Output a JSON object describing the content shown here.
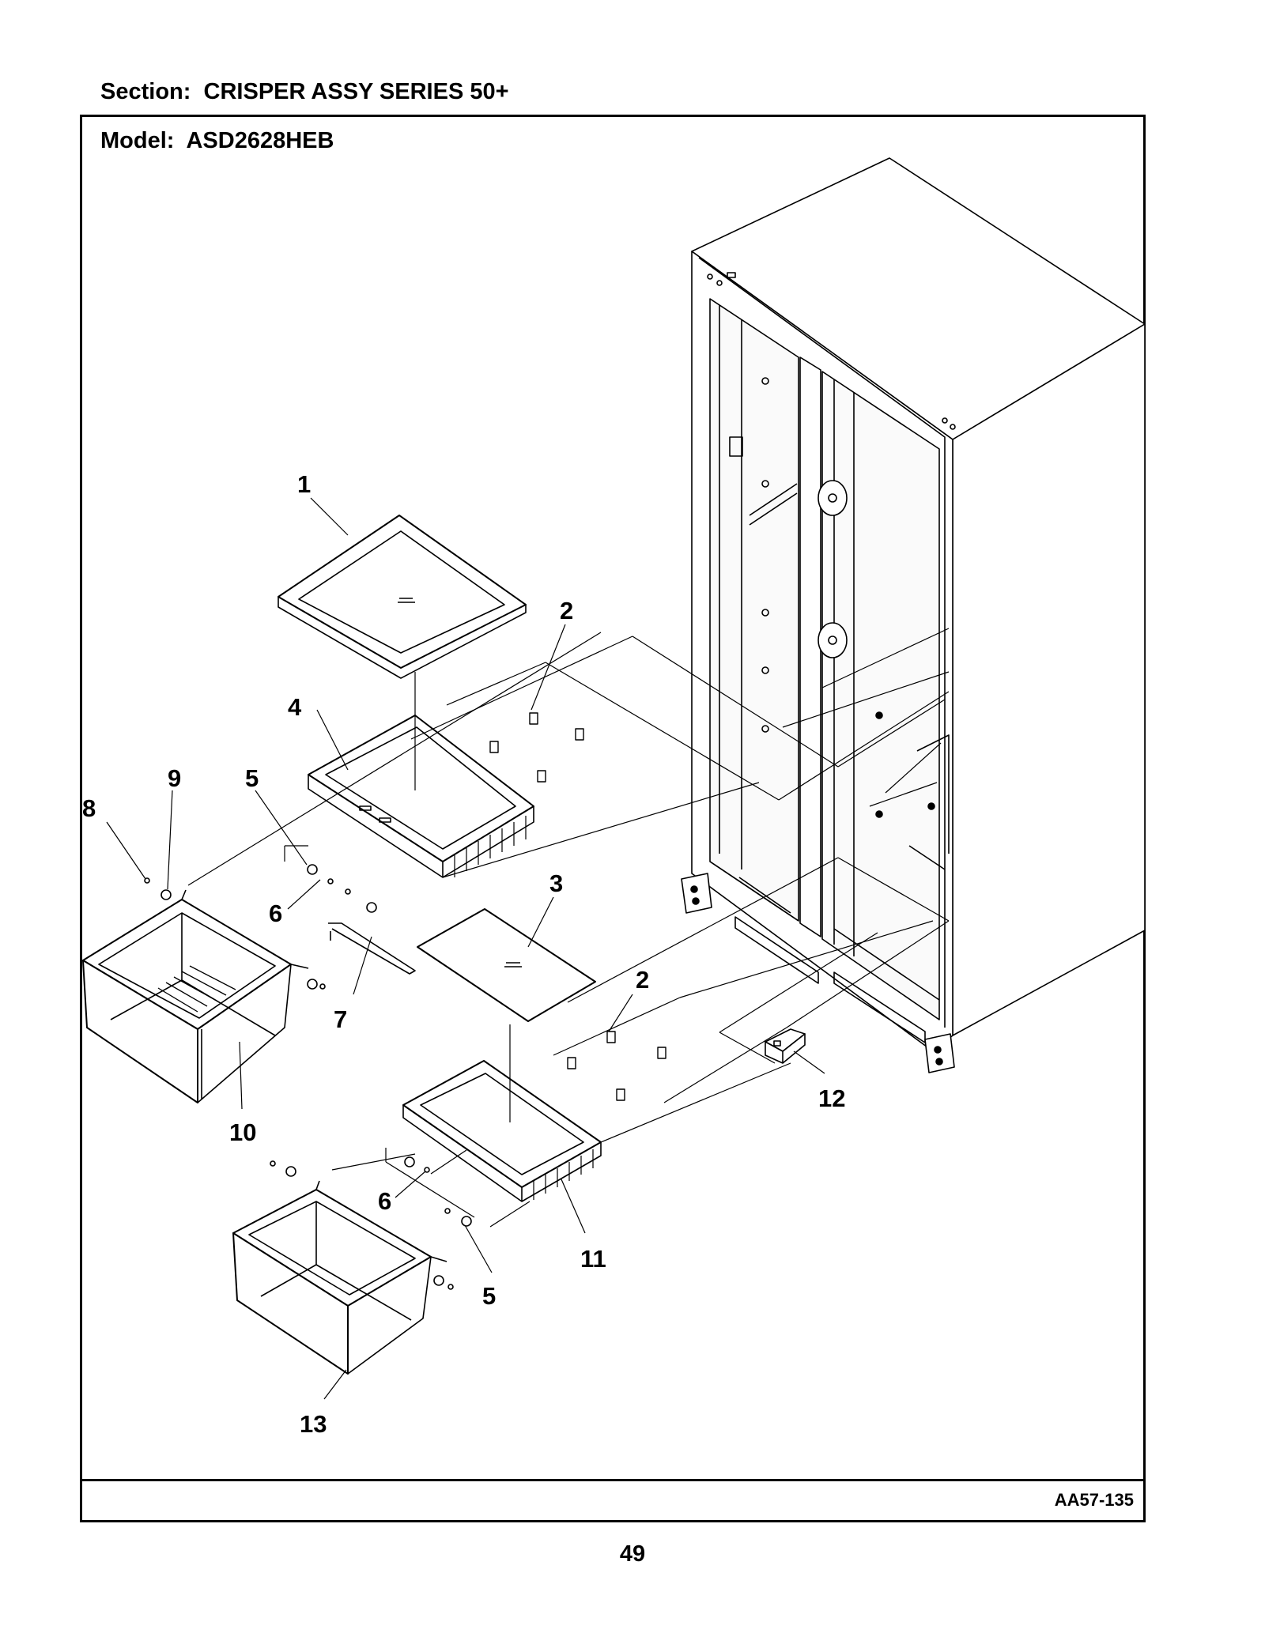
{
  "header": {
    "section_label": "Section:",
    "section_name": "CRISPER ASSY SERIES 50+",
    "model_label": "Model:",
    "model_number": "ASD2628HEB"
  },
  "footer": {
    "drawing_id": "AA57-135",
    "page_number": "49"
  },
  "callouts": [
    {
      "id": "c1",
      "text": "1"
    },
    {
      "id": "c2a",
      "text": "2"
    },
    {
      "id": "c2b",
      "text": "2"
    },
    {
      "id": "c3",
      "text": "3"
    },
    {
      "id": "c4",
      "text": "4"
    },
    {
      "id": "c5a",
      "text": "5"
    },
    {
      "id": "c5b",
      "text": "5"
    },
    {
      "id": "c6a",
      "text": "6"
    },
    {
      "id": "c6b",
      "text": "6"
    },
    {
      "id": "c7",
      "text": "7"
    },
    {
      "id": "c8",
      "text": "8"
    },
    {
      "id": "c9",
      "text": "9"
    },
    {
      "id": "c10",
      "text": "10"
    },
    {
      "id": "c11",
      "text": "11"
    },
    {
      "id": "c12",
      "text": "12"
    },
    {
      "id": "c13",
      "text": "13"
    }
  ]
}
